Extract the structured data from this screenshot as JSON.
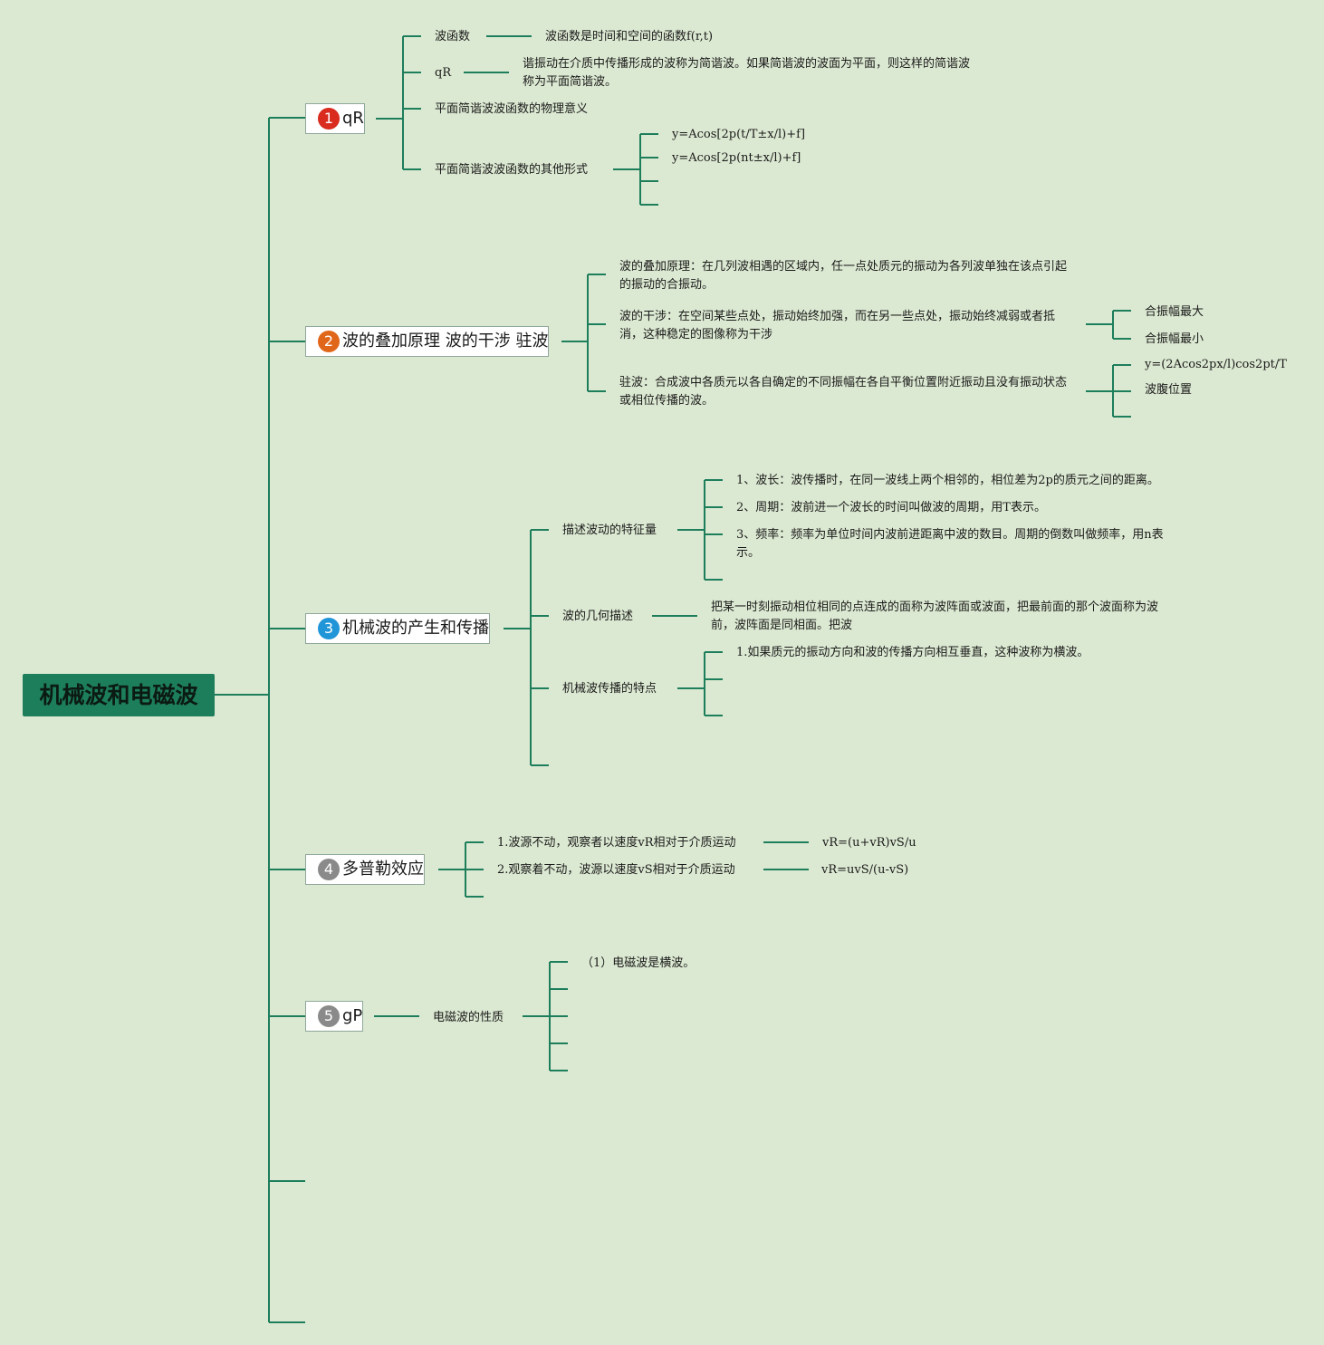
{
  "root": {
    "title": "机械波和电磁波"
  },
  "colors": {
    "background": "#dce9d2",
    "line": "#1d7e5c",
    "root": "#1d7e5c"
  },
  "branches": [
    {
      "number": "1",
      "badge_color": "#d92b1e",
      "label": "qR",
      "children": [
        {
          "label": "波函数",
          "detail": "波函数是时间和空间的函数f(r,t)"
        },
        {
          "label": "qR",
          "detail": "谐振动在介质中传播形成的波称为简谐波。如果简谐波的波面为平面，则这样的简谐波称为平面简谐波。"
        },
        {
          "label": "平面简谐波波函数的物理意义"
        },
        {
          "label": "平面简谐波波函数的其他形式",
          "items": [
            "y=Acos[2p(t/T±x/l)+f]",
            "y=Acos[2p(nt±x/l)+f]"
          ]
        }
      ]
    },
    {
      "number": "2",
      "badge_color": "#e0661a",
      "label": "波的叠加原理 波的干涉 驻波",
      "children": [
        {
          "label": "波的叠加原理：在几列波相遇的区域内，任一点处质元的振动为各列波单独在该点引起的振动的合振动。"
        },
        {
          "label": "波的干涉：在空间某些点处，振动始终加强，而在另一些点处，振动始终减弱或者抵消，这种稳定的图像称为干涉",
          "items": [
            "合振幅最大",
            "合振幅最小"
          ]
        },
        {
          "label": "驻波：合成波中各质元以各自确定的不同振幅在各自平衡位置附近振动且没有振动状态或相位传播的波。",
          "items": [
            "y=(2Acos2px/l)cos2pt/T",
            "波腹位置"
          ]
        }
      ]
    },
    {
      "number": "3",
      "badge_color": "#2096d8",
      "label": "机械波的产生和传播",
      "children": [
        {
          "label": "描述波动的特征量",
          "items": [
            "1、波长：波传播时，在同一波线上两个相邻的，相位差为2p的质元之间的距离。",
            "2、周期：波前进一个波长的时间叫做波的周期，用T表示。",
            "3、频率：频率为单位时间内波前进距离中波的数目。周期的倒数叫做频率，用n表示。"
          ]
        },
        {
          "label": "波的几何描述",
          "detail": "把某一时刻振动相位相同的点连成的面称为波阵面或波面，把最前面的那个波面称为波前，波阵面是同相面。把波"
        },
        {
          "label": "机械波传播的特点",
          "items": [
            "1.如果质元的振动方向和波的传播方向相互垂直，这种波称为横波。"
          ]
        }
      ]
    },
    {
      "number": "4",
      "badge_color": "#8a8a8a",
      "label": "多普勒效应",
      "children": [
        {
          "label": "1.波源不动，观察者以速度vR相对于介质运动",
          "detail": "vR=(u+vR)vS/u"
        },
        {
          "label": "2.观察着不动，波源以速度vS相对于介质运动",
          "detail": "vR=uvS/(u-vS)"
        }
      ]
    },
    {
      "number": "5",
      "badge_color": "#8a8a8a",
      "label": "gP",
      "children": [
        {
          "label": "电磁波的性质",
          "items": [
            "（1）电磁波是横波。"
          ]
        }
      ]
    }
  ]
}
